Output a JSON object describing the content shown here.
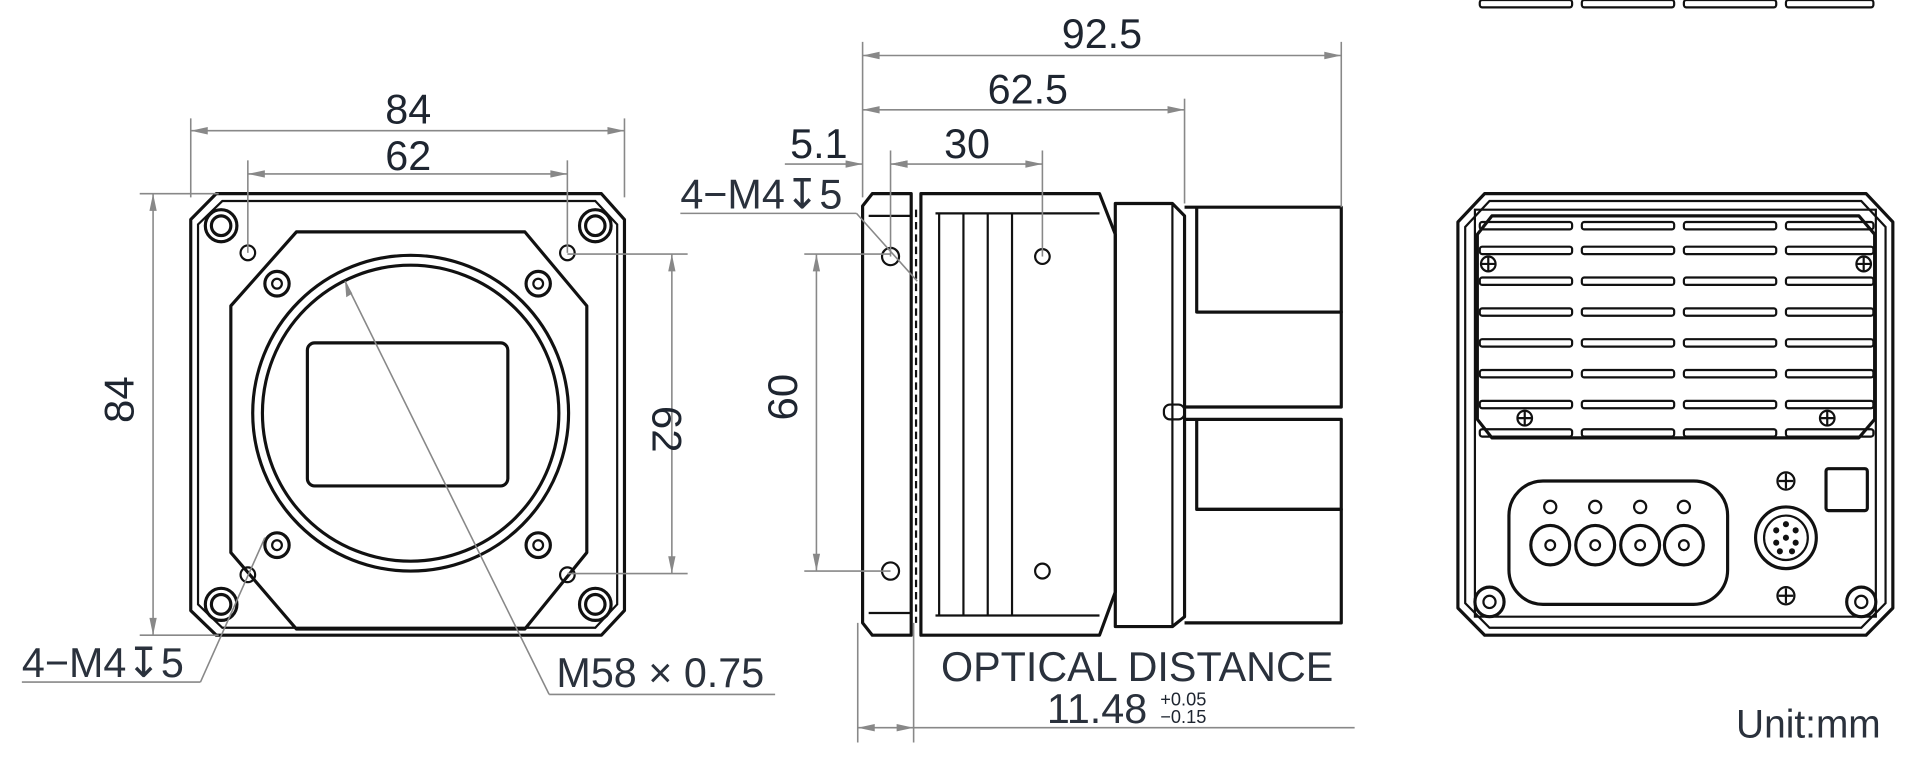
{
  "drawing": {
    "type": "camera-dimension-drawing",
    "unit_label": "Unit:mm",
    "line_color": "#111111",
    "dimension_color": "#888888",
    "text_color": "#1e2530"
  },
  "front_view": {
    "width_outer": "84",
    "width_holes": "62",
    "height_outer": "84",
    "height_holes": "62",
    "hole_callout": "4−M4↧5",
    "mount_thread": "M58 × 0.75"
  },
  "side_view": {
    "length_total": "92.5",
    "length_body": "62.5",
    "hole_offset": "5.1",
    "hole_spacing_axial": "30",
    "hole_spacing_vertical": "60",
    "hole_callout": "4−M4↧5",
    "optical_distance_label": "OPTICAL DISTANCE",
    "optical_distance_value": "11.48",
    "optical_distance_tol_plus": "+0.05",
    "optical_distance_tol_minus": "−0.15"
  },
  "rear_view": {
    "vent_rows": 8,
    "vent_columns": 4,
    "coax_ports": 4,
    "io_connector": "12-pin circular"
  }
}
